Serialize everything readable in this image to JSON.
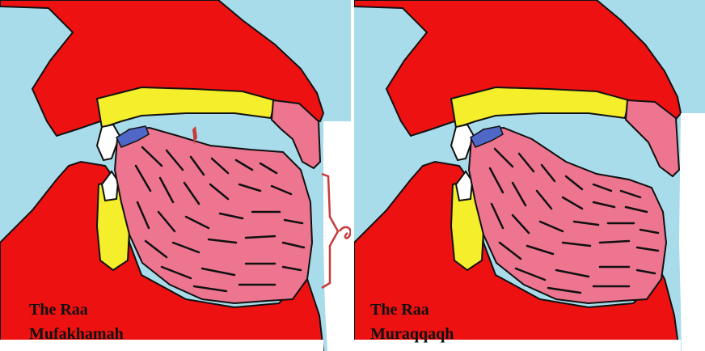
{
  "colors": {
    "background": "#a9dcea",
    "tissue": "#ee1111",
    "bone": "#f5ee2a",
    "tongue": "#ee7590",
    "tooth": "#ffffff",
    "contact_blue": "#4f68c8",
    "stroke": "#111111",
    "marker": "#c83a3a"
  },
  "panels": [
    {
      "id": "left",
      "caption_line1": "The Raa",
      "caption_line2": "Mufakhamah",
      "tongue_raised_back": true,
      "icons": [
        "raised-back-marker-icon",
        "brace-icon",
        "curl-marker-icon"
      ]
    },
    {
      "id": "right",
      "caption_line1": "The Raa",
      "caption_line2": "Muraqqaqh",
      "tongue_raised_back": false,
      "icons": []
    }
  ]
}
